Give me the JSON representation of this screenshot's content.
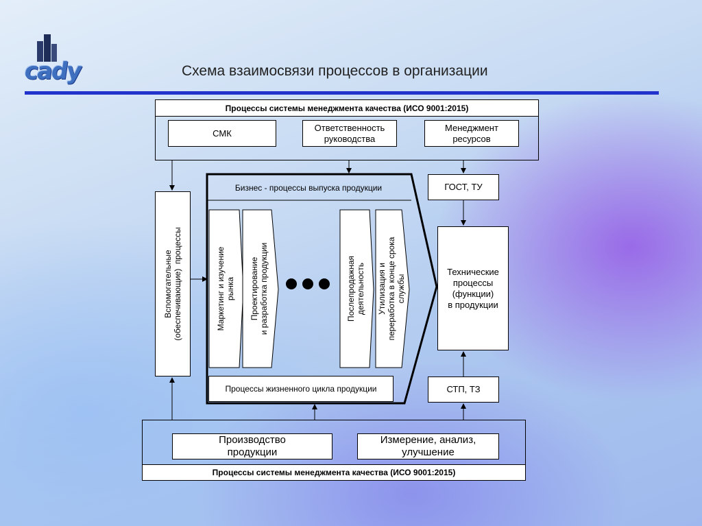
{
  "slide": {
    "title": "Схема взаимосвязи процессов в организации",
    "logo_text": "cady",
    "accent_color": "#2233cc"
  },
  "top_group": {
    "header": "Процессы системы менеджмента качества (ИСО   9001:2015)",
    "items": [
      "СМК",
      "Ответственность\nруководства",
      "Менеджмент\nресурсов"
    ]
  },
  "support_processes": "Вспомогательные\n(обеспечивающие)  процессы",
  "business": {
    "header": "Бизнес  -  процессы выпуска продукции",
    "stages": [
      "Маркетинг и изучение\nрынка",
      "Проектирование\nи разработка продукции",
      "Послепродажная\nдеятельность",
      "Утилизация и\nпереработка в конце срока\nслужбы"
    ],
    "lifecycle_label": "Процессы жизненного цикла продукции"
  },
  "right_column": {
    "gost": "ГОСТ,  ТУ",
    "technical": "Технические\nпроцессы\n(функции)\nв  продукции",
    "stp": "СТП,  ТЗ"
  },
  "bottom_group": {
    "items": [
      "Производство\nпродукции",
      "Измерение, анализ,\nулучшение"
    ],
    "footer": "Процессы системы менеджмента качества (ИСО   9001:2015)"
  }
}
